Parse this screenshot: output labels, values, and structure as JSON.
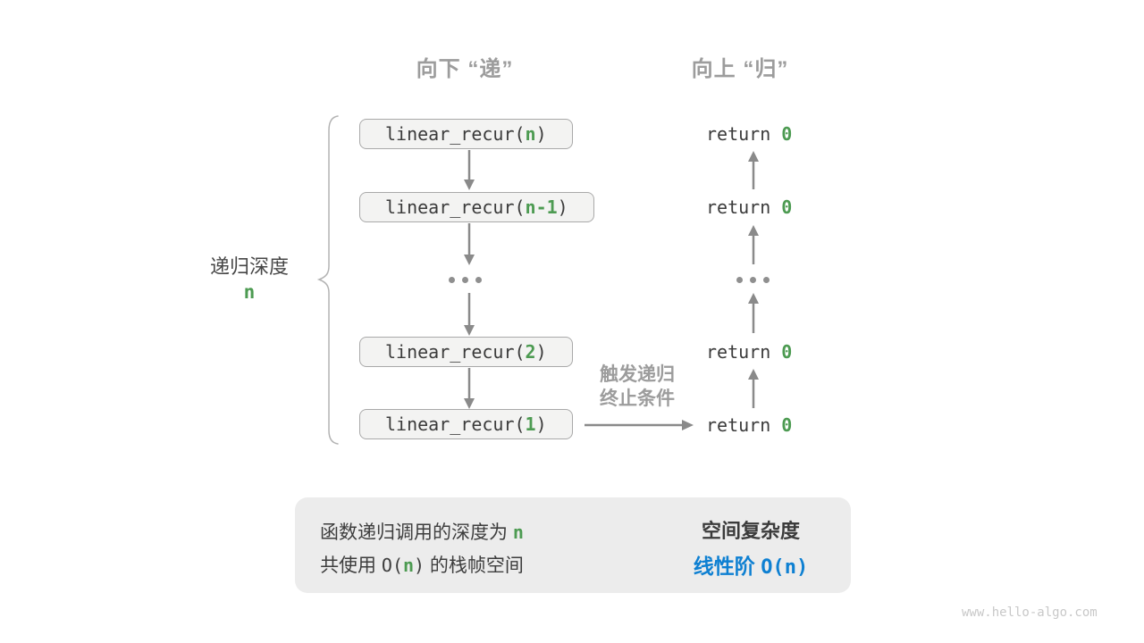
{
  "page": {
    "watermark": "www.hello-algo.com"
  },
  "colors": {
    "accent_green": "#4d9b52",
    "accent_blue": "#0e80d2",
    "gray_label": "#9c9c9c",
    "code_text": "#3b3b3b",
    "arrow_gray": "#8a8a8a",
    "box_fill": "#f3f3f2",
    "box_border": "#a9a9a9",
    "summary_bg": "#ececec"
  },
  "headers": {
    "descend": "向下 “递”",
    "ascend": "向上 “归”"
  },
  "depth_brace": {
    "label": "递归深度",
    "value": "n"
  },
  "call_stack": [
    {
      "pre": "linear_recur(",
      "arg": "n",
      "post": ")"
    },
    {
      "pre": "linear_recur(",
      "arg": "n-1",
      "post": ")"
    },
    {
      "pre": "linear_recur(",
      "arg": "2",
      "post": ")"
    },
    {
      "pre": "linear_recur(",
      "arg": "1",
      "post": ")"
    }
  ],
  "returns": [
    {
      "keyword": "return ",
      "value": "0"
    },
    {
      "keyword": "return ",
      "value": "0"
    },
    {
      "keyword": "return ",
      "value": "0"
    },
    {
      "keyword": "return ",
      "value": "0"
    }
  ],
  "trigger_label": {
    "line1": "触发递归",
    "line2": "终止条件"
  },
  "summary": {
    "line1_text": "函数递归调用的深度为 ",
    "line1_var": "n",
    "line2_prefix": "共使用 ",
    "line2_o_open": "O(",
    "line2_var": "n",
    "line2_o_close": ")",
    "line2_suffix": " 的栈帧空间",
    "result_title": "空间复杂度",
    "result_prefix": "线性阶 ",
    "result_o_open": "O(",
    "result_var": "n",
    "result_o_close": ")"
  },
  "icons": {
    "ellipsis_left": "ellipsis-dots",
    "ellipsis_right": "ellipsis-dots",
    "summary_arrow": "right-block-arrow",
    "depth_brace": "left-curly-brace"
  }
}
